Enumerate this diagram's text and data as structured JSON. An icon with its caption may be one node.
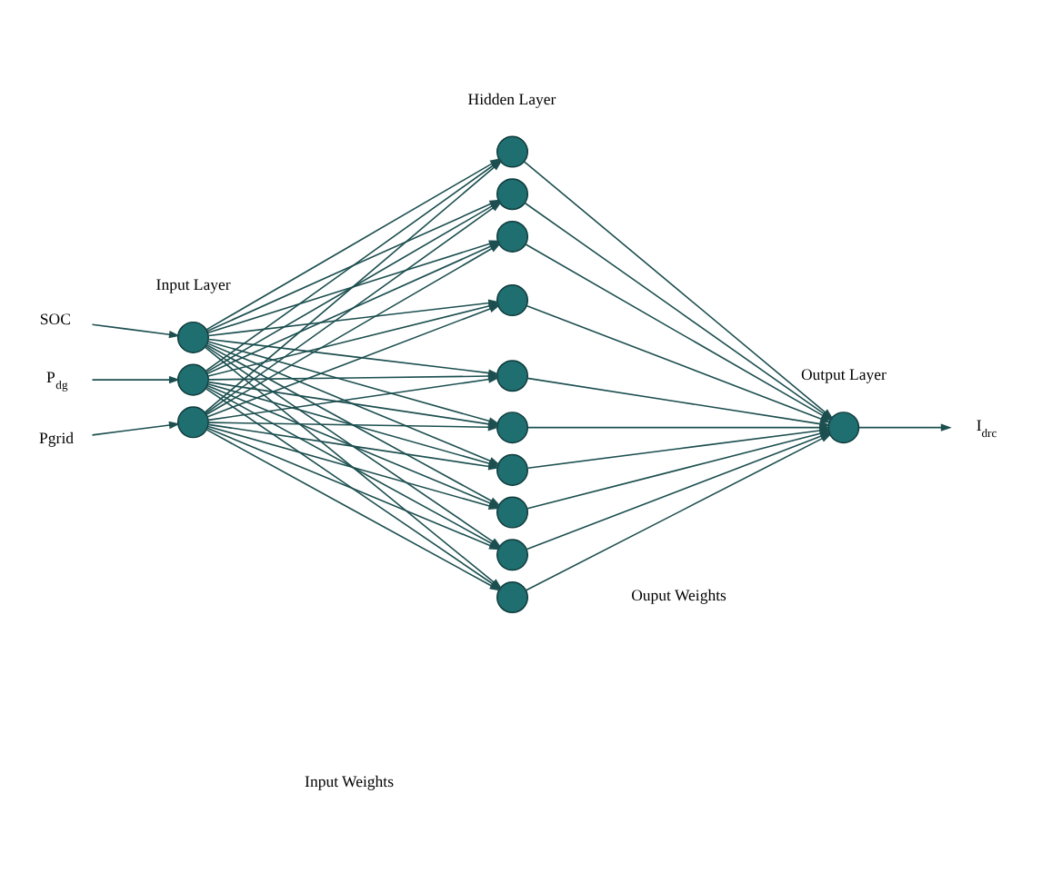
{
  "diagram": {
    "nodes": [
      {
        "text": [
          "SOC"
        ]
      },
      {
        "text": [
          "P$_{dg}$"
        ]
      },
      {
        "text": [
          "Pgrid"
        ]
      },
      {
        "text": [],
        "shape": "circle"
      },
      {
        "text": [],
        "shape": "circle"
      },
      {
        "text": [],
        "shape": "circle"
      },
      {
        "text": [],
        "shape": "circle"
      },
      {
        "text": [],
        "shape": "circle"
      },
      {
        "text": [],
        "shape": "circle"
      },
      {
        "text": [],
        "shape": "circle"
      },
      {
        "text": [],
        "shape": "circle"
      },
      {
        "text": [],
        "shape": "circle"
      },
      {
        "text": [],
        "shape": "circle"
      },
      {
        "text": [],
        "shape": "circle"
      },
      {
        "text": [],
        "shape": "circle"
      },
      {
        "text": [],
        "shape": "circle"
      },
      {
        "text": [],
        "shape": "circle"
      },
      {
        "text": [
          "I$_{drc}$"
        ]
      }
    ],
    "edges": [
      {
        "from": 0,
        "to": 3,
        "arrow": "to"
      },
      {
        "from": 1,
        "to": 4,
        "arrow": "to"
      },
      {
        "from": 2,
        "to": 5,
        "arrow": "to"
      },
      {
        "from": 3,
        "to": 6,
        "arrow": "to"
      },
      {
        "from": 3,
        "to": 7,
        "arrow": "to"
      },
      {
        "from": 3,
        "to": 8,
        "arrow": "to"
      },
      {
        "from": 3,
        "to": 9,
        "arrow": "to"
      },
      {
        "from": 3,
        "to": 10,
        "arrow": "to"
      },
      {
        "from": 3,
        "to": 11,
        "arrow": "to"
      },
      {
        "from": 3,
        "to": 12,
        "arrow": "to"
      },
      {
        "from": 3,
        "to": 13,
        "arrow": "to"
      },
      {
        "from": 3,
        "to": 14,
        "arrow": "to"
      },
      {
        "from": 3,
        "to": 15,
        "arrow": "to"
      },
      {
        "from": 4,
        "to": 6,
        "arrow": "to"
      },
      {
        "from": 4,
        "to": 7,
        "arrow": "to"
      },
      {
        "from": 4,
        "to": 8,
        "arrow": "to"
      },
      {
        "from": 4,
        "to": 9,
        "arrow": "to"
      },
      {
        "from": 4,
        "to": 10,
        "arrow": "to"
      },
      {
        "from": 4,
        "to": 11,
        "arrow": "to"
      },
      {
        "from": 4,
        "to": 12,
        "arrow": "to"
      },
      {
        "from": 4,
        "to": 13,
        "arrow": "to"
      },
      {
        "from": 4,
        "to": 14,
        "arrow": "to"
      },
      {
        "from": 4,
        "to": 15,
        "arrow": "to"
      },
      {
        "from": 5,
        "to": 6,
        "arrow": "to"
      },
      {
        "from": 5,
        "to": 7,
        "arrow": "to"
      },
      {
        "from": 5,
        "to": 8,
        "arrow": "to"
      },
      {
        "from": 5,
        "to": 9,
        "arrow": "to"
      },
      {
        "from": 5,
        "to": 10,
        "arrow": "to"
      },
      {
        "from": 5,
        "to": 11,
        "arrow": "to"
      },
      {
        "from": 5,
        "to": 12,
        "arrow": "to"
      },
      {
        "from": 5,
        "to": 13,
        "arrow": "to"
      },
      {
        "from": 5,
        "to": 14,
        "arrow": "to"
      },
      {
        "from": 5,
        "to": 15,
        "arrow": "to"
      },
      {
        "from": 6,
        "to": 16,
        "arrow": "to"
      },
      {
        "from": 7,
        "to": 16,
        "arrow": "to"
      },
      {
        "from": 8,
        "to": 16,
        "arrow": "to"
      },
      {
        "from": 9,
        "to": 16,
        "arrow": "to"
      },
      {
        "from": 10,
        "to": 16,
        "arrow": "to"
      },
      {
        "from": 11,
        "to": 16,
        "arrow": "to"
      },
      {
        "from": 12,
        "to": 16,
        "arrow": "to"
      },
      {
        "from": 13,
        "to": 16,
        "arrow": "to"
      },
      {
        "from": 14,
        "to": 16,
        "arrow": "to"
      },
      {
        "from": 15,
        "to": 16,
        "arrow": "to"
      },
      {
        "from": 16,
        "to": 17,
        "arrow": "to"
      }
    ],
    "labels": [
      "Hidden Layer",
      "Input Layer",
      "Output Layer",
      "Input Weights",
      "Ouput Weights"
    ]
  }
}
